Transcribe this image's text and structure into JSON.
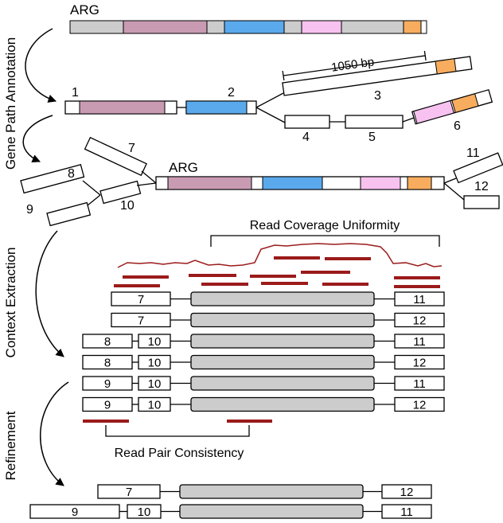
{
  "colors": {
    "gray": "#cccccc",
    "mauve": "#c99bb3",
    "blue": "#5aa9ec",
    "pink": "#f7c2ef",
    "orange": "#f8ad5e",
    "read": "#9b1b1b"
  },
  "sections": {
    "gene_path_annotation": "Gene Path Annotation",
    "context_extraction": "Context Extraction",
    "refinement": "Refinement"
  },
  "labels": {
    "arg_top": "ARG",
    "arg_mid": "ARG",
    "bp": "1050 bp",
    "read_coverage": "Read Coverage Uniformity",
    "read_pair": "Read Pair Consistency"
  },
  "nodes": {
    "n1": "1",
    "n2": "2",
    "n3": "3",
    "n4": "4",
    "n5": "5",
    "n6": "6",
    "n7": "7",
    "n8": "8",
    "n9": "9",
    "n10": "10",
    "n11": "11",
    "n12": "12"
  },
  "context_paths": [
    {
      "left": [
        "7"
      ],
      "right": "11"
    },
    {
      "left": [
        "7"
      ],
      "right": "12"
    },
    {
      "left": [
        "8",
        "10"
      ],
      "right": "11"
    },
    {
      "left": [
        "8",
        "10"
      ],
      "right": "12"
    },
    {
      "left": [
        "9",
        "10"
      ],
      "right": "11"
    },
    {
      "left": [
        "9",
        "10"
      ],
      "right": "12"
    }
  ],
  "refined_paths": [
    {
      "left": [
        "7"
      ],
      "right": "12"
    },
    {
      "left": [
        "9",
        "10"
      ],
      "right": "11"
    }
  ]
}
